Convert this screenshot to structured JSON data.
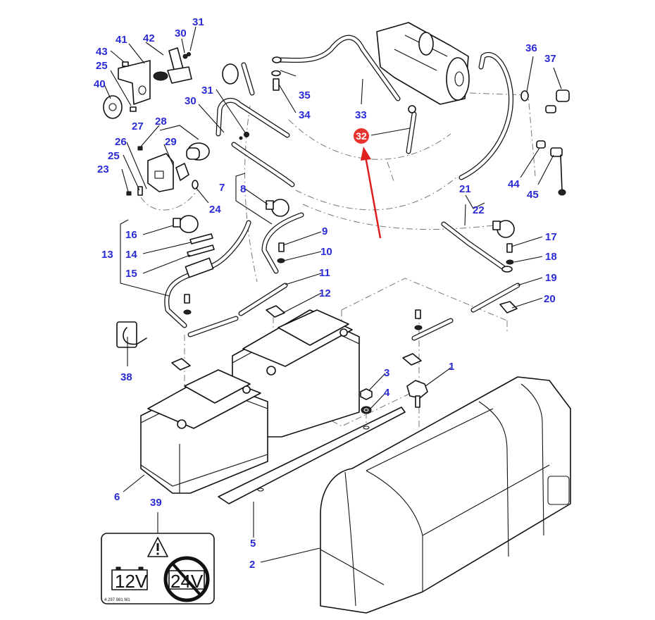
{
  "diagram": {
    "title": "Battery and starter cable assembly — exploded parts view",
    "callout_color": "#2a2ad6",
    "highlight_color": "#e8322e",
    "highlighted_part": "32",
    "callouts": [
      {
        "id": "c1",
        "label": "1",
        "part": "battery-cover-knob"
      },
      {
        "id": "c2",
        "label": "2",
        "part": "battery-cover"
      },
      {
        "id": "c3",
        "label": "3",
        "part": "nut"
      },
      {
        "id": "c4",
        "label": "4",
        "part": "washer"
      },
      {
        "id": "c5",
        "label": "5",
        "part": "battery-hold-down-bar"
      },
      {
        "id": "c6",
        "label": "6",
        "part": "battery"
      },
      {
        "id": "c7",
        "label": "7",
        "part": "cable-assembly"
      },
      {
        "id": "c8",
        "label": "8",
        "part": "terminal-cap"
      },
      {
        "id": "c9",
        "label": "9",
        "part": "bolt"
      },
      {
        "id": "c10",
        "label": "10",
        "part": "washer"
      },
      {
        "id": "c11",
        "label": "11",
        "part": "link-cable"
      },
      {
        "id": "c12",
        "label": "12",
        "part": "battery-clamp"
      },
      {
        "id": "c13",
        "label": "13",
        "part": "cable-with-fuse-assembly"
      },
      {
        "id": "c14",
        "label": "14",
        "part": "fuse"
      },
      {
        "id": "c15",
        "label": "15",
        "part": "fuse-link"
      },
      {
        "id": "c16",
        "label": "16",
        "part": "terminal-cap"
      },
      {
        "id": "c17",
        "label": "17",
        "part": "bolt"
      },
      {
        "id": "c18",
        "label": "18",
        "part": "washer"
      },
      {
        "id": "c19",
        "label": "19",
        "part": "ground-strap"
      },
      {
        "id": "c20",
        "label": "20",
        "part": "battery-clamp"
      },
      {
        "id": "c21",
        "label": "21",
        "part": "cable-assembly"
      },
      {
        "id": "c22",
        "label": "22",
        "part": "terminal-cap"
      },
      {
        "id": "c23",
        "label": "23",
        "part": "screw"
      },
      {
        "id": "c24",
        "label": "24",
        "part": "ring-terminal"
      },
      {
        "id": "c25a",
        "label": "25",
        "part": "screw"
      },
      {
        "id": "c25b",
        "label": "25",
        "part": "screw"
      },
      {
        "id": "c26",
        "label": "26",
        "part": "mounting-plate"
      },
      {
        "id": "c27",
        "label": "27",
        "part": "screw"
      },
      {
        "id": "c28",
        "label": "28",
        "part": "isolator-switch-assembly"
      },
      {
        "id": "c29",
        "label": "29",
        "part": "switch-key"
      },
      {
        "id": "c30a",
        "label": "30",
        "part": "washer"
      },
      {
        "id": "c30b",
        "label": "30",
        "part": "washer"
      },
      {
        "id": "c31a",
        "label": "31",
        "part": "nut"
      },
      {
        "id": "c31b",
        "label": "31",
        "part": "nut"
      },
      {
        "id": "c32",
        "label": "32",
        "part": "ground-cable"
      },
      {
        "id": "c33",
        "label": "33",
        "part": "starter-cable"
      },
      {
        "id": "c34",
        "label": "34",
        "part": "bolt"
      },
      {
        "id": "c35",
        "label": "35",
        "part": "washer"
      },
      {
        "id": "c36",
        "label": "36",
        "part": "grommet"
      },
      {
        "id": "c37",
        "label": "37",
        "part": "terminal-cover"
      },
      {
        "id": "c38",
        "label": "38",
        "part": "cable-clip"
      },
      {
        "id": "c39",
        "label": "39",
        "part": "warning-decal"
      },
      {
        "id": "c40",
        "label": "40",
        "part": "bezel"
      },
      {
        "id": "c41",
        "label": "41",
        "part": "bracket"
      },
      {
        "id": "c42",
        "label": "42",
        "part": "switch-lever"
      },
      {
        "id": "c43",
        "label": "43",
        "part": "screw"
      },
      {
        "id": "c44",
        "label": "44",
        "part": "nut"
      },
      {
        "id": "c45",
        "label": "45",
        "part": "terminal-boot"
      }
    ],
    "decal": {
      "left_voltage": "12V",
      "right_voltage": "24V",
      "part_number": "4 297 981 M1"
    }
  }
}
